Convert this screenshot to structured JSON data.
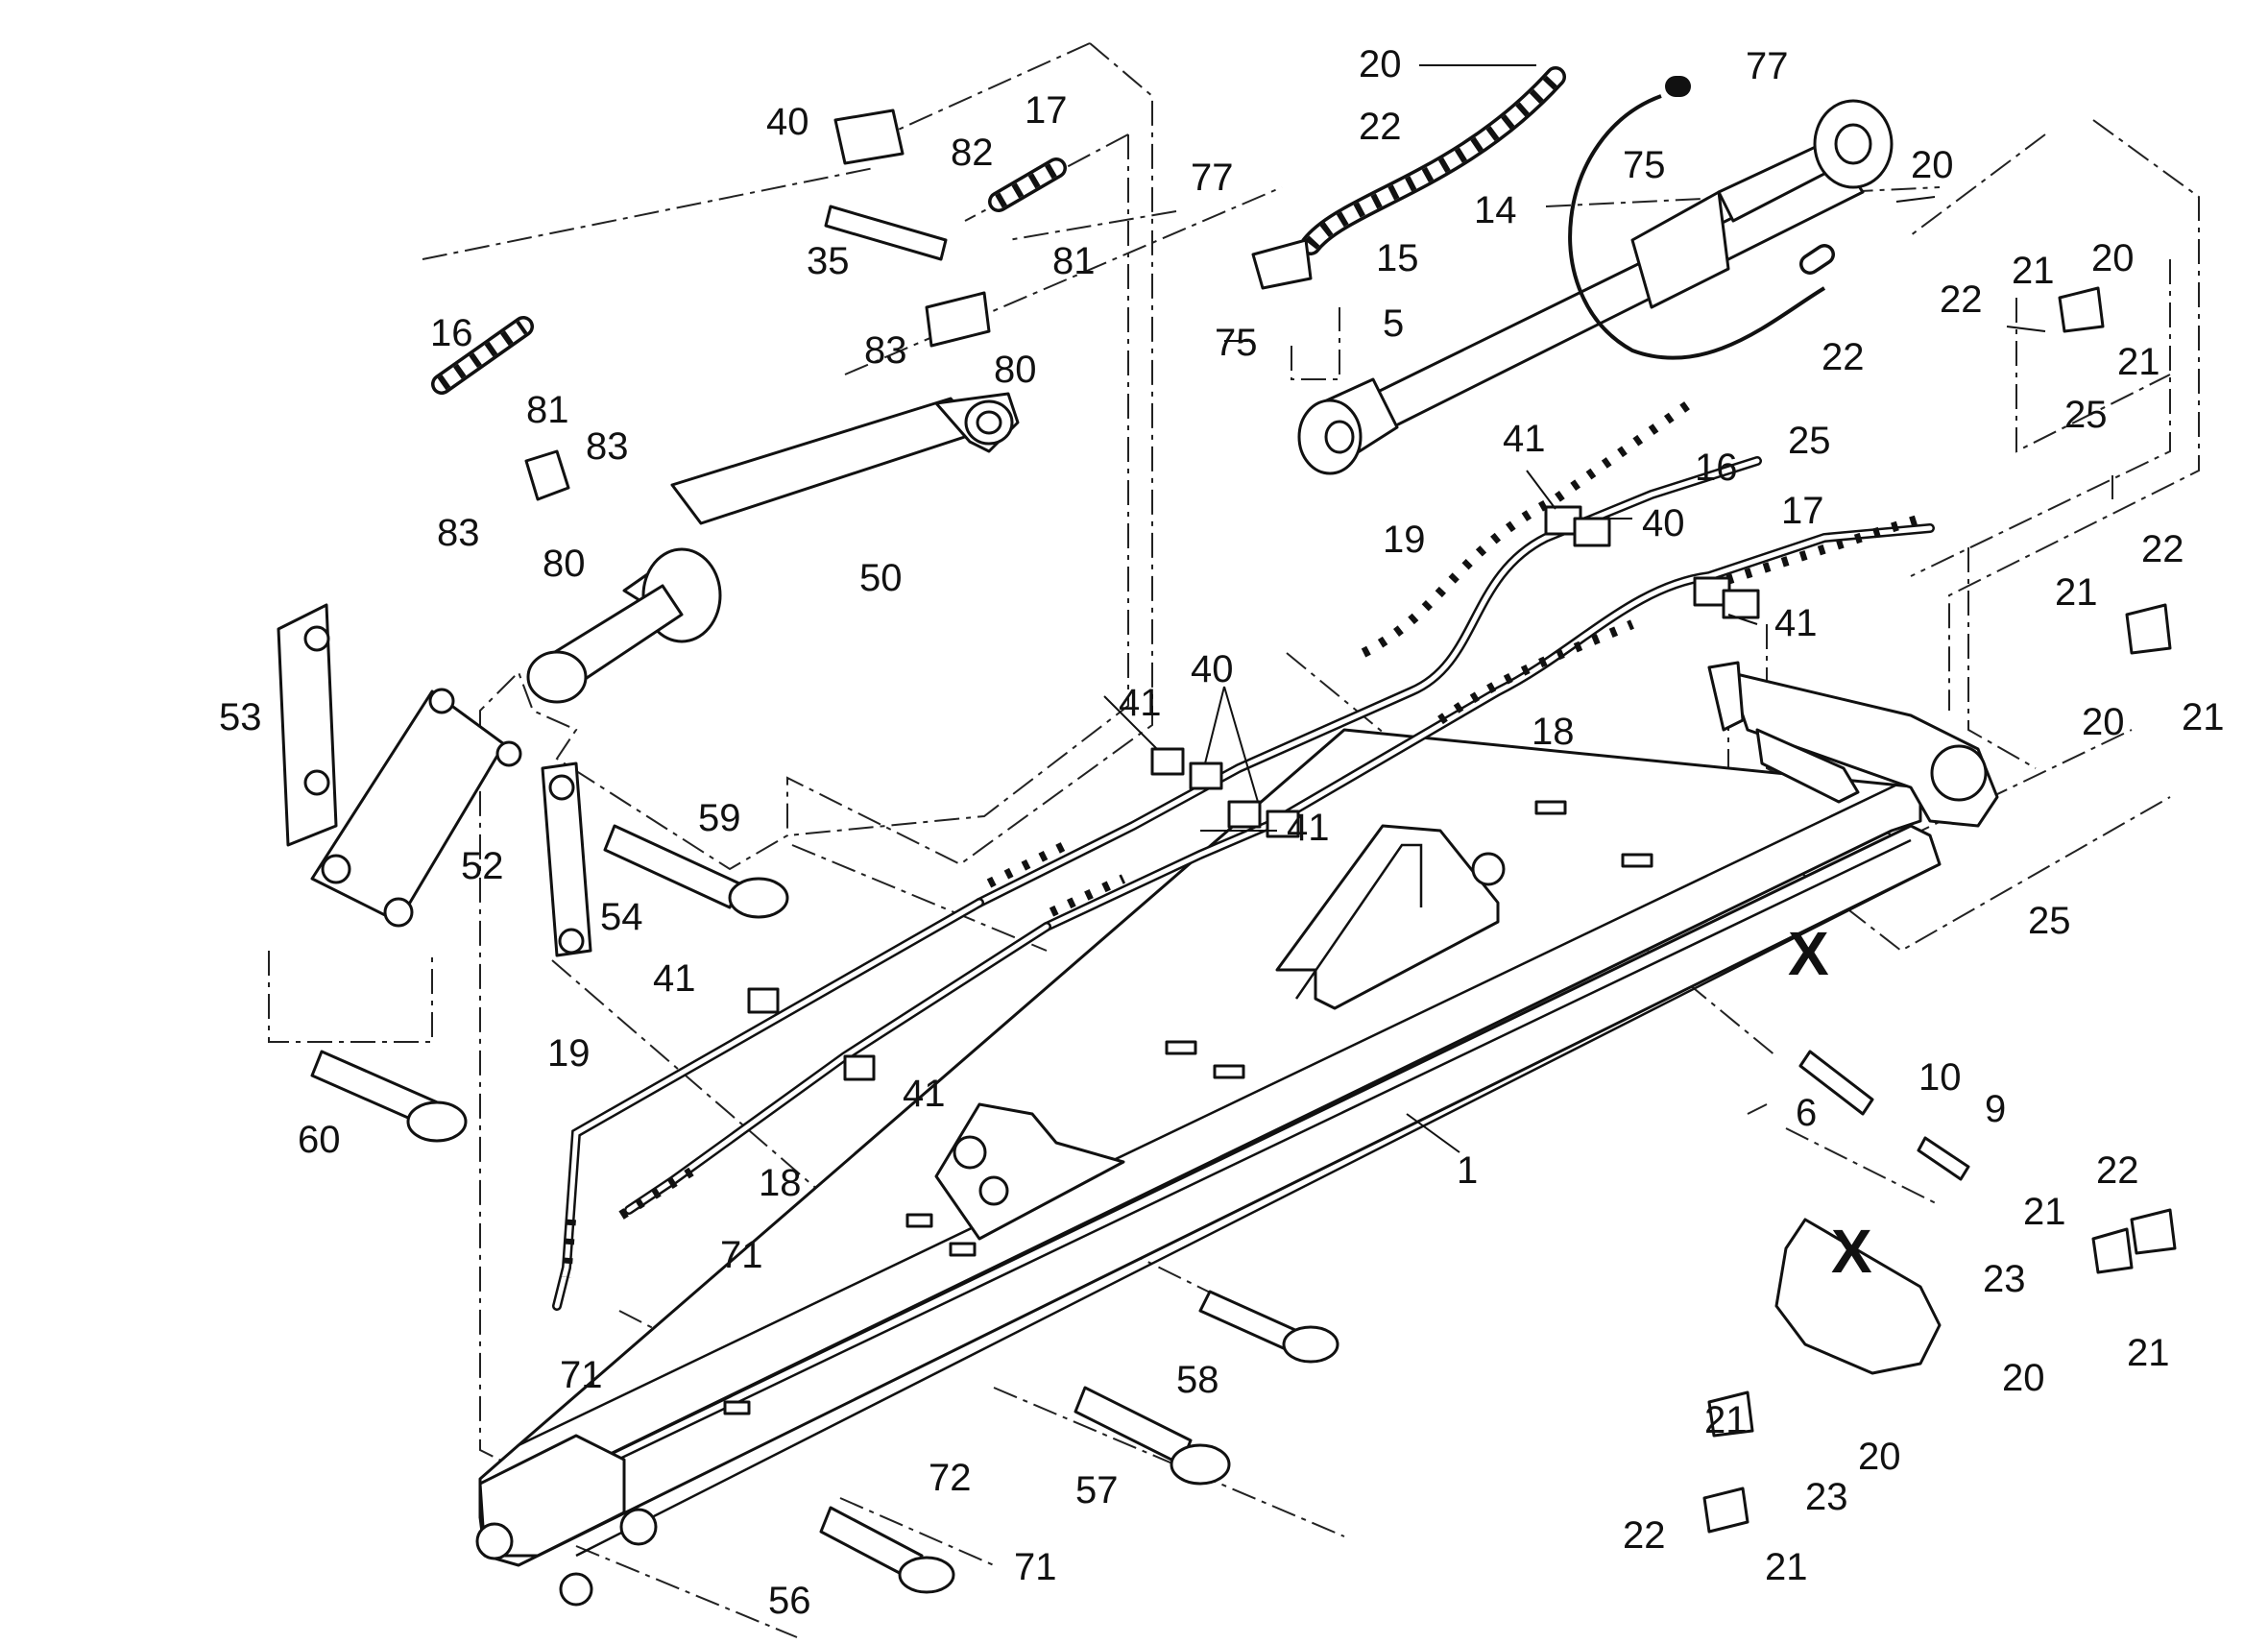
{
  "callouts": [
    {
      "id": "c40a",
      "text": "40"
    },
    {
      "id": "c82",
      "text": "82"
    },
    {
      "id": "c17a",
      "text": "17"
    },
    {
      "id": "c35",
      "text": "35"
    },
    {
      "id": "c81a",
      "text": "81"
    },
    {
      "id": "c83a",
      "text": "83"
    },
    {
      "id": "c80a",
      "text": "80"
    },
    {
      "id": "c16a",
      "text": "16"
    },
    {
      "id": "c81b",
      "text": "81"
    },
    {
      "id": "c83b",
      "text": "83"
    },
    {
      "id": "c83c",
      "text": "83"
    },
    {
      "id": "c80b",
      "text": "80"
    },
    {
      "id": "c50",
      "text": "50"
    },
    {
      "id": "c53",
      "text": "53"
    },
    {
      "id": "c52",
      "text": "52"
    },
    {
      "id": "c59",
      "text": "59"
    },
    {
      "id": "c54",
      "text": "54"
    },
    {
      "id": "c60",
      "text": "60"
    },
    {
      "id": "c41a",
      "text": "41"
    },
    {
      "id": "c40b",
      "text": "40"
    },
    {
      "id": "c41b",
      "text": "41"
    },
    {
      "id": "c41c",
      "text": "41"
    },
    {
      "id": "c19a",
      "text": "19"
    },
    {
      "id": "c41d",
      "text": "41"
    },
    {
      "id": "c18a",
      "text": "18"
    },
    {
      "id": "c71a",
      "text": "71"
    },
    {
      "id": "c71b",
      "text": "71"
    },
    {
      "id": "c58",
      "text": "58"
    },
    {
      "id": "c57",
      "text": "57"
    },
    {
      "id": "c72",
      "text": "72"
    },
    {
      "id": "c71c",
      "text": "71"
    },
    {
      "id": "c56",
      "text": "56"
    },
    {
      "id": "c20a",
      "text": "20"
    },
    {
      "id": "c22a",
      "text": "22"
    },
    {
      "id": "c77a",
      "text": "77"
    },
    {
      "id": "c75a",
      "text": "75"
    },
    {
      "id": "c77b",
      "text": "77"
    },
    {
      "id": "c15",
      "text": "15"
    },
    {
      "id": "c14",
      "text": "14"
    },
    {
      "id": "c75b",
      "text": "75"
    },
    {
      "id": "c5",
      "text": "5"
    },
    {
      "id": "c20b",
      "text": "20"
    },
    {
      "id": "c22b",
      "text": "22"
    },
    {
      "id": "c21a",
      "text": "21"
    },
    {
      "id": "c20c",
      "text": "20"
    },
    {
      "id": "c22c",
      "text": "22"
    },
    {
      "id": "c21b",
      "text": "21"
    },
    {
      "id": "c25a",
      "text": "25"
    },
    {
      "id": "c41e",
      "text": "41"
    },
    {
      "id": "c16b",
      "text": "16"
    },
    {
      "id": "c25b",
      "text": "25"
    },
    {
      "id": "c40c",
      "text": "40"
    },
    {
      "id": "c19b",
      "text": "19"
    },
    {
      "id": "c17b",
      "text": "17"
    },
    {
      "id": "c41f",
      "text": "41"
    },
    {
      "id": "c18b",
      "text": "18"
    },
    {
      "id": "c22d",
      "text": "22"
    },
    {
      "id": "c21c",
      "text": "21"
    },
    {
      "id": "c20d",
      "text": "20"
    },
    {
      "id": "c21d",
      "text": "21"
    },
    {
      "id": "c25c",
      "text": "25"
    },
    {
      "id": "c6",
      "text": "6"
    },
    {
      "id": "c10",
      "text": "10"
    },
    {
      "id": "c9",
      "text": "9"
    },
    {
      "id": "c1",
      "text": "1"
    },
    {
      "id": "c22e",
      "text": "22"
    },
    {
      "id": "c21e",
      "text": "21"
    },
    {
      "id": "c23a",
      "text": "23"
    },
    {
      "id": "c20e",
      "text": "20"
    },
    {
      "id": "c21f",
      "text": "21"
    },
    {
      "id": "c21g",
      "text": "21"
    },
    {
      "id": "c23b",
      "text": "23"
    },
    {
      "id": "c20f",
      "text": "20"
    },
    {
      "id": "c22f",
      "text": "22"
    },
    {
      "id": "c21h",
      "text": "21"
    }
  ],
  "detail_markers": [
    {
      "id": "xa",
      "text": "X"
    },
    {
      "id": "xb",
      "text": "X"
    }
  ]
}
